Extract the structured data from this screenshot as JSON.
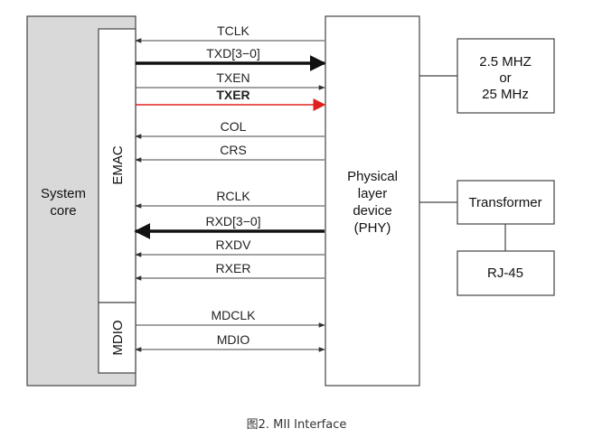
{
  "blocks": {
    "system_core": [
      "System",
      "core"
    ],
    "emac": "EMAC",
    "mdio_block": "MDIO",
    "phy": [
      "Physical",
      "layer",
      "device",
      "(PHY)"
    ],
    "clock_source": [
      "2.5 MHZ",
      "or",
      "25 MHz"
    ],
    "transformer": "Transformer",
    "rj45": "RJ-45"
  },
  "signals": [
    {
      "label": "TCLK",
      "direction": "to-emac",
      "weight": "thin"
    },
    {
      "label": "TXD[3−0]",
      "direction": "to-phy",
      "weight": "bold"
    },
    {
      "label": "TXEN",
      "direction": "to-phy",
      "weight": "thin"
    },
    {
      "label": "TXER",
      "direction": "to-phy",
      "weight": "highlight"
    },
    {
      "label": "COL",
      "direction": "to-emac",
      "weight": "thin"
    },
    {
      "label": "CRS",
      "direction": "to-emac",
      "weight": "thin"
    },
    {
      "label": "RCLK",
      "direction": "to-emac",
      "weight": "thin"
    },
    {
      "label": "RXD[3−0]",
      "direction": "to-emac",
      "weight": "bold"
    },
    {
      "label": "RXDV",
      "direction": "to-emac",
      "weight": "thin"
    },
    {
      "label": "RXER",
      "direction": "to-emac",
      "weight": "thin"
    },
    {
      "label": "MDCLK",
      "direction": "to-phy",
      "weight": "thin"
    },
    {
      "label": "MDIO",
      "direction": "bidirectional",
      "weight": "thin"
    }
  ],
  "colors": {
    "system_core_fill": "#d9d9d9",
    "highlight": "#e0201f",
    "line": "#333333"
  },
  "caption": "图2. MII Interface"
}
